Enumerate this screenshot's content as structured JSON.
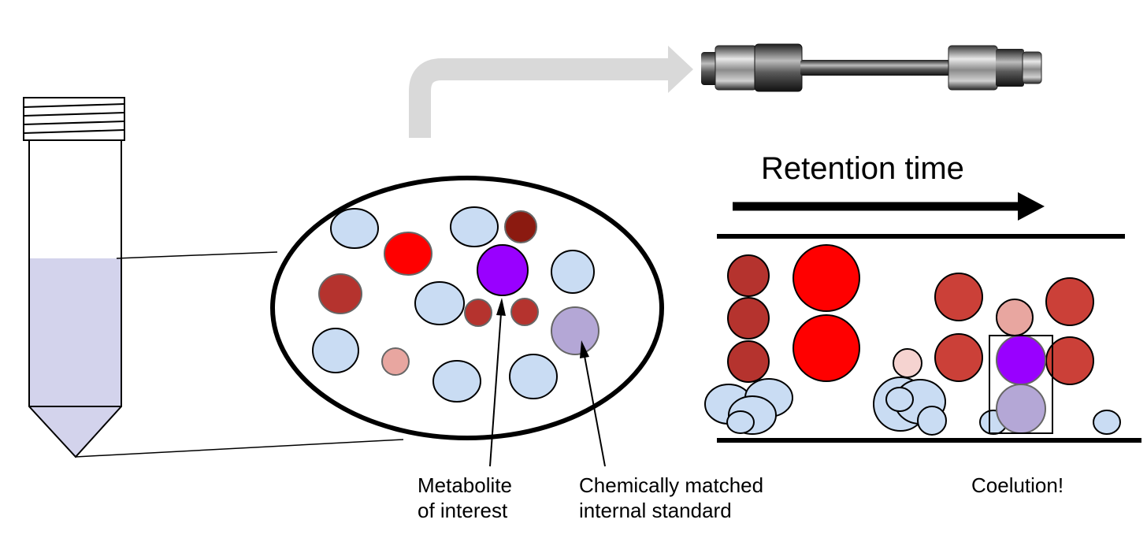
{
  "labels": {
    "retention_time": "Retention time",
    "metabolite_line1": "Metabolite",
    "metabolite_line2": "of interest",
    "standard_line1": "Chemically matched",
    "standard_line2": "internal standard",
    "coelution": "Coelution!"
  },
  "colors": {
    "background": "#ffffff",
    "outline": "#000000",
    "tube_liquid": "#d3d3ec",
    "flow_arrow": "#d9d9d9",
    "light_blue": "#c9dcf3",
    "red": "#ff0000",
    "dark_red": "#b5332e",
    "medium_red": "#cb4038",
    "maroon": "#8b1a10",
    "pink": "#e8a6a0",
    "light_pink": "#f5d3d0",
    "purple": "#9900ff",
    "lavender": "#b4a7d6"
  },
  "icons": {
    "sample": "centrifuge-tube-icon",
    "column": "hplc-column-icon",
    "flow": "bent-arrow-icon",
    "direction": "right-arrow-icon"
  }
}
